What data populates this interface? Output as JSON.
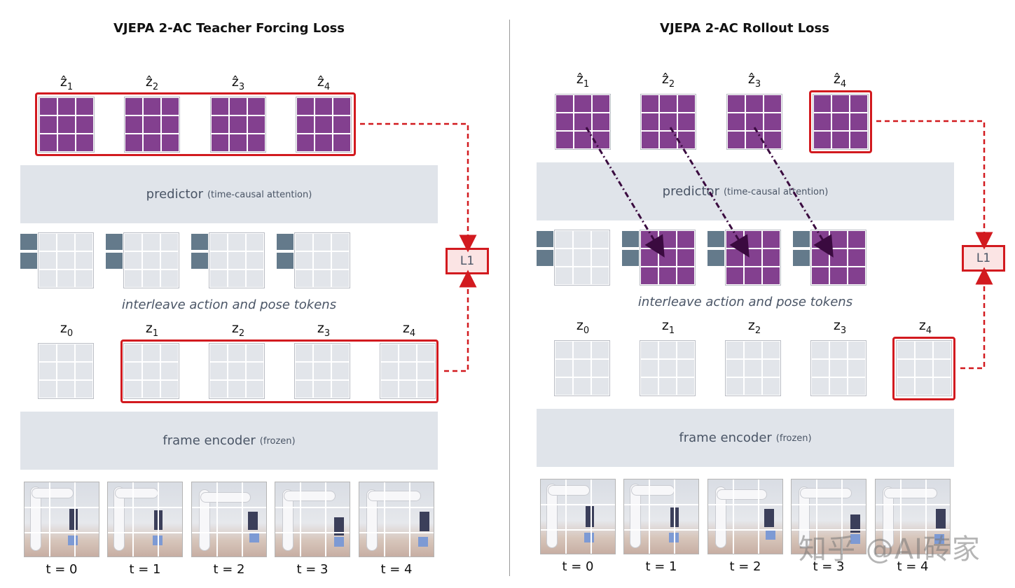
{
  "left_panel": {
    "title": "VJEPA 2-AC Teacher Forcing Loss",
    "pred_labels": [
      "ẑ1",
      "ẑ2",
      "ẑ3",
      "ẑ4"
    ],
    "predictor": "predictor",
    "predictor_note": "(time-causal attention)",
    "interleave": "interleave action and pose tokens",
    "z_labels": [
      "z0",
      "z1",
      "z2",
      "z3",
      "z4"
    ],
    "encoder": "frame encoder",
    "encoder_note": "(frozen)",
    "time_labels": [
      "t = 0",
      "t = 1",
      "t = 2",
      "t = 3",
      "t = 4"
    ],
    "loss": "L1"
  },
  "right_panel": {
    "title": "VJEPA 2-AC Rollout Loss",
    "pred_labels": [
      "ẑ1",
      "ẑ2",
      "ẑ3",
      "ẑ4"
    ],
    "predictor": "predictor",
    "predictor_note": "(time-causal attention)",
    "interleave": "interleave action and pose tokens",
    "z_labels": [
      "z0",
      "z1",
      "z2",
      "z3",
      "z4"
    ],
    "encoder": "frame encoder",
    "encoder_note": "(frozen)",
    "time_labels": [
      "t = 0",
      "t = 1",
      "t = 2",
      "t = 3",
      "t = 4"
    ],
    "loss": "L1"
  },
  "watermark": "知乎 @AI砖家",
  "colors": {
    "purple": "#83408f",
    "grey_cell": "#e2e5ea",
    "token": "#647a8b",
    "band": "#e0e4ea",
    "red": "#d21a1f",
    "rollout_arrow": "#3a0a3f"
  }
}
